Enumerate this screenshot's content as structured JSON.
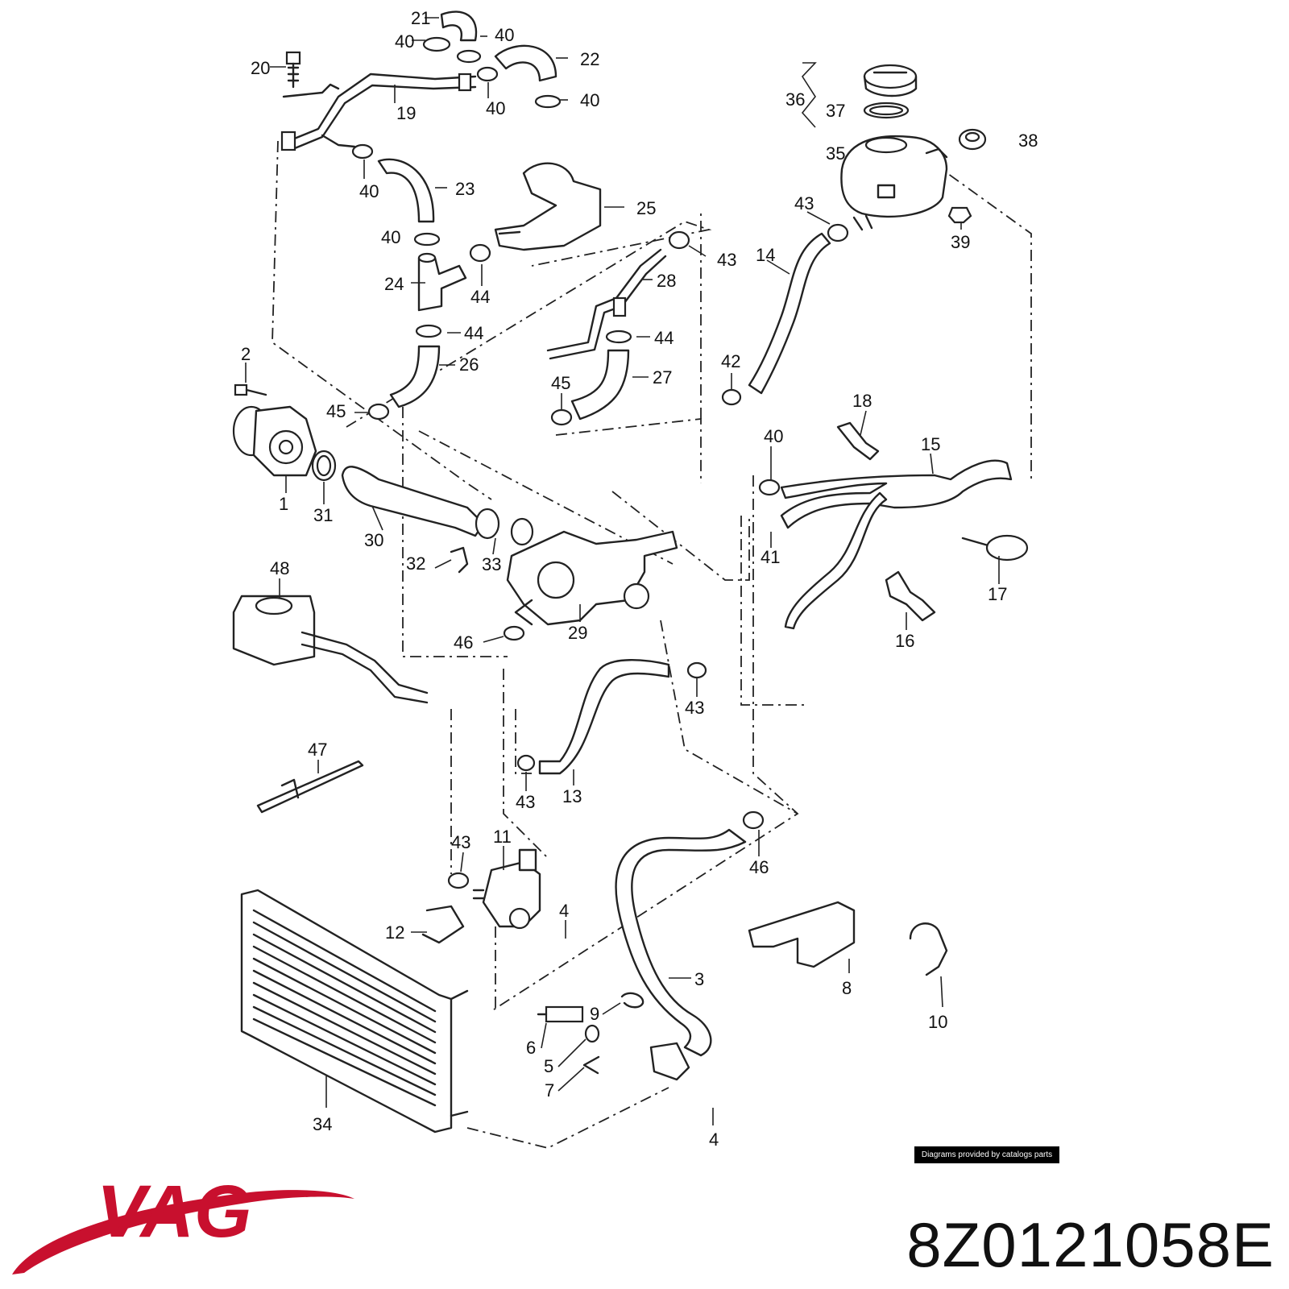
{
  "diagram": {
    "credit": "Diagrams provided by catalogs parts",
    "part_number": "8Z0121058E",
    "brand": "VAG",
    "brand_color": "#c8102e",
    "labels": [
      {
        "id": "21",
        "text": "21"
      },
      {
        "id": "40a",
        "text": "40"
      },
      {
        "id": "40b",
        "text": "40"
      },
      {
        "id": "22",
        "text": "22"
      },
      {
        "id": "20",
        "text": "20"
      },
      {
        "id": "19",
        "text": "19"
      },
      {
        "id": "40c",
        "text": "40"
      },
      {
        "id": "40d",
        "text": "40"
      },
      {
        "id": "36",
        "text": "36"
      },
      {
        "id": "37",
        "text": "37"
      },
      {
        "id": "35",
        "text": "35"
      },
      {
        "id": "38",
        "text": "38"
      },
      {
        "id": "40e",
        "text": "40"
      },
      {
        "id": "23",
        "text": "23"
      },
      {
        "id": "25",
        "text": "25"
      },
      {
        "id": "43a",
        "text": "43"
      },
      {
        "id": "39",
        "text": "39"
      },
      {
        "id": "40f",
        "text": "40"
      },
      {
        "id": "43b",
        "text": "43"
      },
      {
        "id": "14",
        "text": "14"
      },
      {
        "id": "24",
        "text": "24"
      },
      {
        "id": "44a",
        "text": "44"
      },
      {
        "id": "28",
        "text": "28"
      },
      {
        "id": "44b",
        "text": "44"
      },
      {
        "id": "44c",
        "text": "44"
      },
      {
        "id": "2",
        "text": "2"
      },
      {
        "id": "26",
        "text": "26"
      },
      {
        "id": "27",
        "text": "27"
      },
      {
        "id": "42",
        "text": "42"
      },
      {
        "id": "45a",
        "text": "45"
      },
      {
        "id": "45b",
        "text": "45"
      },
      {
        "id": "18",
        "text": "18"
      },
      {
        "id": "40g",
        "text": "40"
      },
      {
        "id": "15",
        "text": "15"
      },
      {
        "id": "1",
        "text": "1"
      },
      {
        "id": "31",
        "text": "31"
      },
      {
        "id": "30",
        "text": "30"
      },
      {
        "id": "41",
        "text": "41"
      },
      {
        "id": "17",
        "text": "17"
      },
      {
        "id": "48",
        "text": "48"
      },
      {
        "id": "32",
        "text": "32"
      },
      {
        "id": "33",
        "text": "33"
      },
      {
        "id": "16",
        "text": "16"
      },
      {
        "id": "46a",
        "text": "46"
      },
      {
        "id": "29",
        "text": "29"
      },
      {
        "id": "43c",
        "text": "43"
      },
      {
        "id": "47",
        "text": "47"
      },
      {
        "id": "43d",
        "text": "43"
      },
      {
        "id": "13",
        "text": "13"
      },
      {
        "id": "46b",
        "text": "46"
      },
      {
        "id": "43e",
        "text": "43"
      },
      {
        "id": "11",
        "text": "11"
      },
      {
        "id": "12",
        "text": "12"
      },
      {
        "id": "4a",
        "text": "4"
      },
      {
        "id": "3",
        "text": "3"
      },
      {
        "id": "8",
        "text": "8"
      },
      {
        "id": "9",
        "text": "9"
      },
      {
        "id": "10",
        "text": "10"
      },
      {
        "id": "6",
        "text": "6"
      },
      {
        "id": "5",
        "text": "5"
      },
      {
        "id": "7",
        "text": "7"
      },
      {
        "id": "34",
        "text": "34"
      },
      {
        "id": "4b",
        "text": "4"
      }
    ]
  }
}
